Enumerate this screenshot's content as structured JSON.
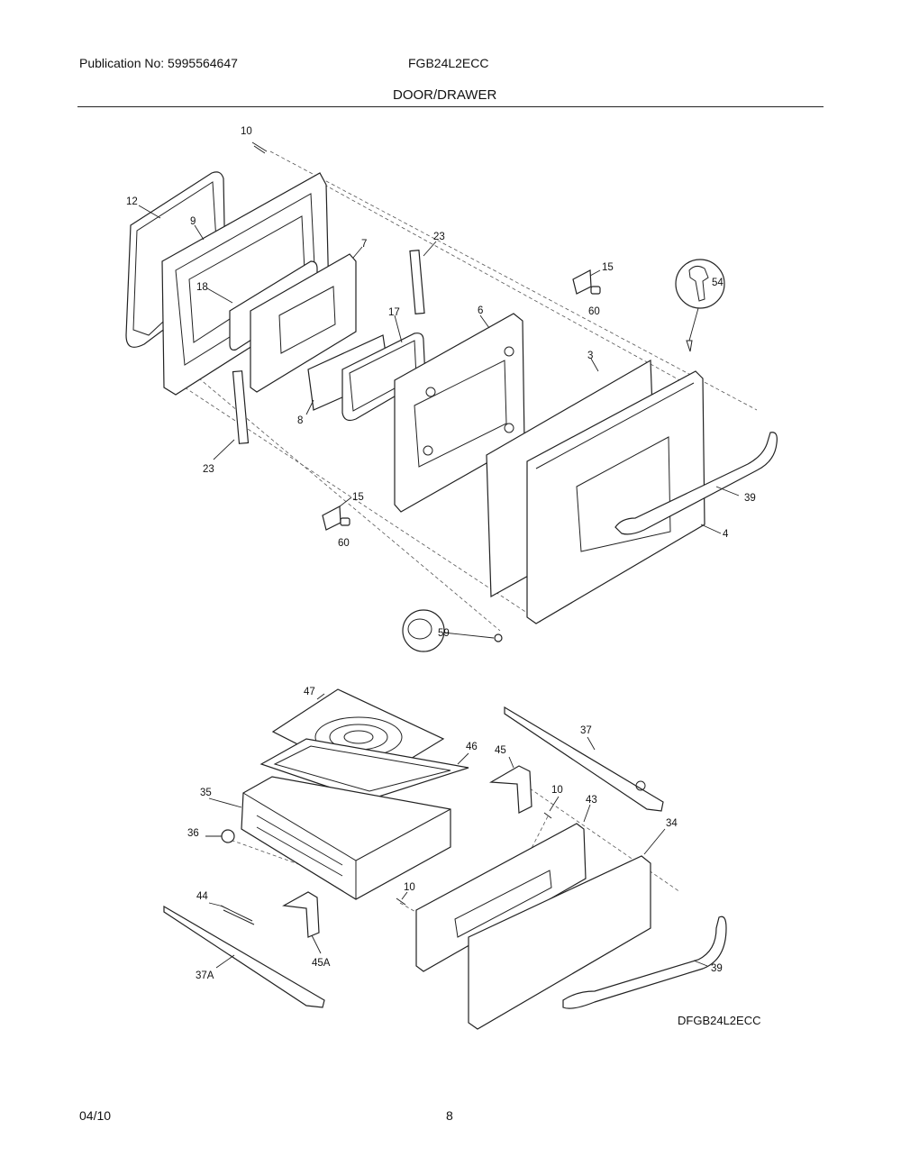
{
  "header": {
    "publication": "Publication No: 5995564647",
    "model": "FGB24L2ECC",
    "section": "DOOR/DRAWER"
  },
  "footer": {
    "diagram_code": "DFGB24L2ECC",
    "date": "04/10",
    "page": "8"
  },
  "callouts": {
    "c10a": "10",
    "c12": "12",
    "c9": "9",
    "c7": "7",
    "c18": "18",
    "c23a": "23",
    "c15a": "15",
    "c60a": "60",
    "c54": "54",
    "c17": "17",
    "c6": "6",
    "c3": "3",
    "c8": "8",
    "c23b": "23",
    "c39a": "39",
    "c15b": "15",
    "c60b": "60",
    "c4": "4",
    "c59": "59",
    "c47": "47",
    "c46": "46",
    "c37": "37",
    "c45": "45",
    "c35": "35",
    "c10b": "10",
    "c43": "43",
    "c34": "34",
    "c36": "36",
    "c44": "44",
    "c10c": "10",
    "c45a": "45A",
    "c37a": "37A",
    "c39b": "39"
  }
}
